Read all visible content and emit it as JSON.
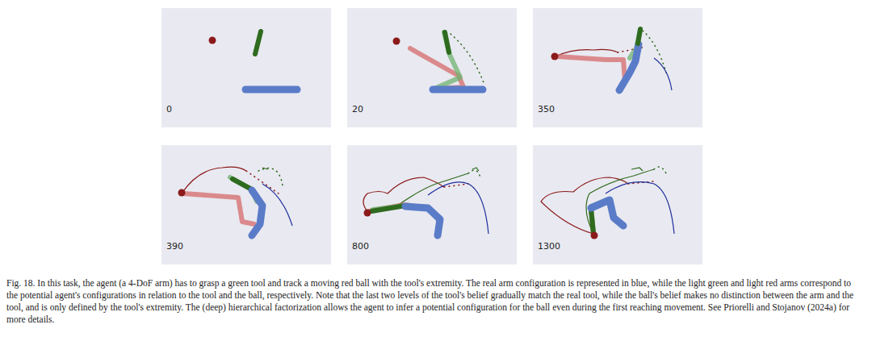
{
  "diagram": {
    "caption": "Fig. 18. In this task, the agent (a 4-DoF arm) has to grasp a green tool and track a moving red ball with the tool's extremity. The real arm configuration is represented in blue, while the light green and light red arms correspond to the potential agent's configurations in relation to the tool and the ball, respectively. Note that the last two levels of the tool's belief gradually match the real tool, while the ball's belief makes no distinction between the arm and the tool, and is only defined by the tool's extremity. The (deep) hierarchical factorization allows the agent to infer a potential configuration for the ball even during the first reaching movement. See Priorelli and Stojanov (2024a) for more details.",
    "labels": [
      "0",
      "20",
      "350",
      "390",
      "800",
      "1300"
    ]
  }
}
